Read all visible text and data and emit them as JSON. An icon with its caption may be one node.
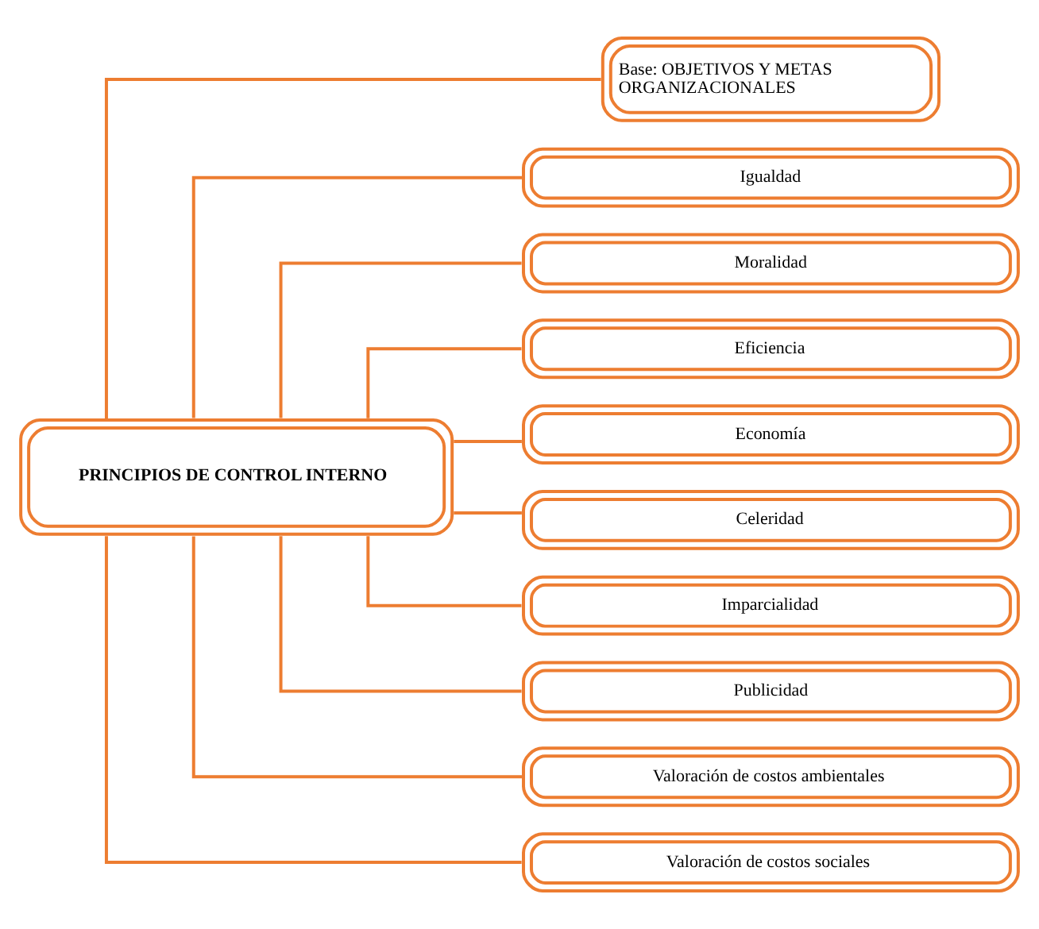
{
  "diagram": {
    "nodes": [
      {
        "text": [
          "PRINCIPIOS DE CONTROL INTERNO"
        ]
      },
      {
        "text": [
          "Base: OBJETIVOS Y METAS ORGANIZACIONALES"
        ]
      },
      {
        "text": [
          "Igualdad"
        ]
      },
      {
        "text": [
          "Moralidad"
        ]
      },
      {
        "text": [
          "Eficiencia"
        ]
      },
      {
        "text": [
          "Economía"
        ]
      },
      {
        "text": [
          "Celeridad"
        ]
      },
      {
        "text": [
          "Imparcialidad"
        ]
      },
      {
        "text": [
          "Publicidad"
        ]
      },
      {
        "text": [
          "Valoración de costos ambientales"
        ]
      },
      {
        "text": [
          "Valoración de costos sociales"
        ]
      }
    ],
    "edges": [
      {
        "from": 0,
        "to": 1,
        "arrow": "none"
      },
      {
        "from": 0,
        "to": 2,
        "arrow": "none"
      },
      {
        "from": 0,
        "to": 3,
        "arrow": "none"
      },
      {
        "from": 0,
        "to": 4,
        "arrow": "none"
      },
      {
        "from": 0,
        "to": 5,
        "arrow": "none"
      },
      {
        "from": 0,
        "to": 6,
        "arrow": "none"
      },
      {
        "from": 0,
        "to": 7,
        "arrow": "none"
      },
      {
        "from": 0,
        "to": 8,
        "arrow": "none"
      },
      {
        "from": 0,
        "to": 9,
        "arrow": "none"
      },
      {
        "from": 0,
        "to": 10,
        "arrow": "none"
      }
    ]
  }
}
